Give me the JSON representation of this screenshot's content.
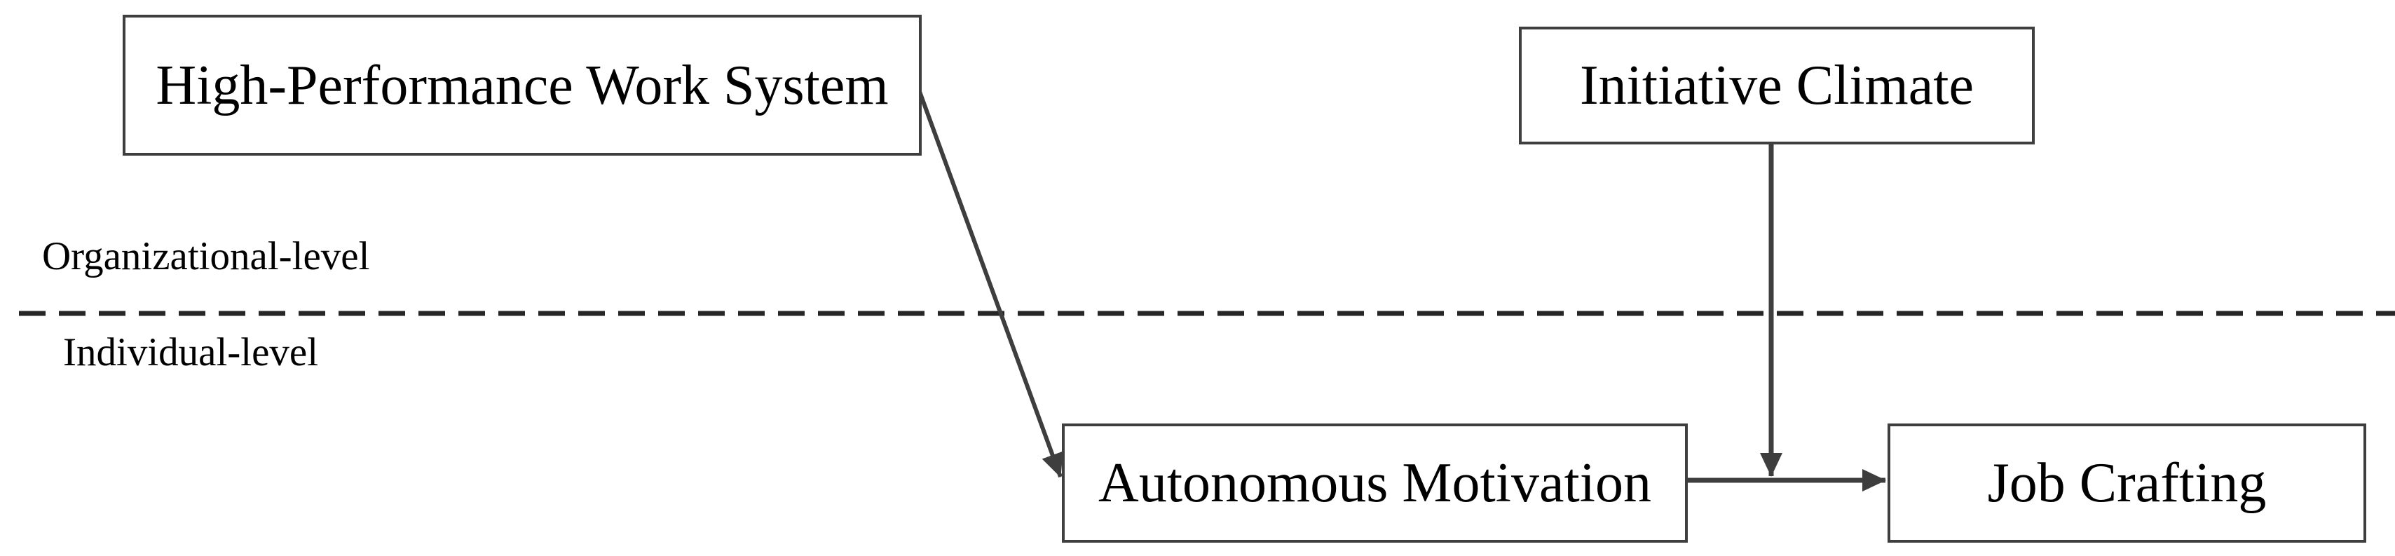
{
  "figure": {
    "background_color": "#ffffff",
    "line_color": "#3e3e3e",
    "dash_color": "#262626",
    "border_color": "#3f3f3f",
    "text_color": "#000000",
    "boxes": {
      "hpws": {
        "label": "High-Performance Work System",
        "level": "organizational"
      },
      "initiative_climate": {
        "label": "Initiative Climate",
        "level": "organizational"
      },
      "autonomous_motivation": {
        "label": "Autonomous Motivation",
        "level": "individual"
      },
      "job_crafting": {
        "label": "Job Crafting",
        "level": "individual"
      }
    },
    "level_labels": {
      "organizational": "Organizational-level",
      "individual": "Individual-level"
    },
    "edges": [
      {
        "from": "High-Performance Work System",
        "to": "Autonomous Motivation",
        "style": "solid-arrow"
      },
      {
        "from": "Initiative Climate",
        "to": "Autonomous Motivation -> Job Crafting path (moderation)",
        "style": "solid-arrow"
      },
      {
        "from": "Autonomous Motivation",
        "to": "Job Crafting",
        "style": "solid-arrow"
      }
    ],
    "divider": {
      "style": "dashed",
      "separates": [
        "Organizational-level",
        "Individual-level"
      ]
    }
  }
}
